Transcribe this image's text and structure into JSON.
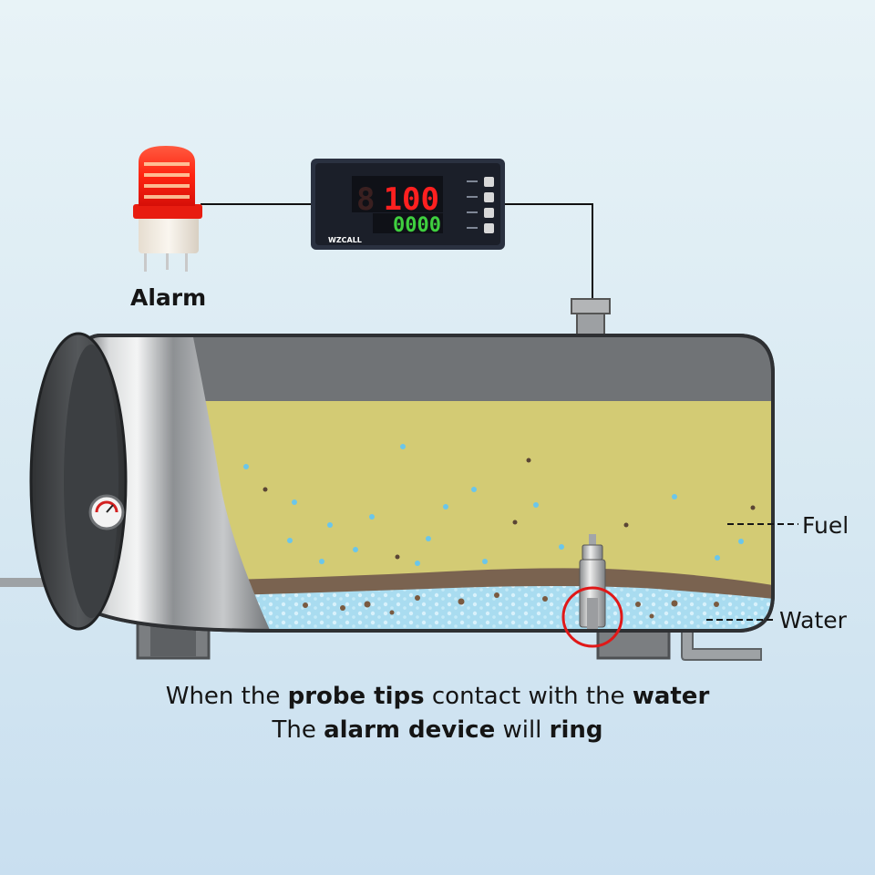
{
  "labels": {
    "alarm": "Alarm",
    "fuel": "Fuel",
    "water": "Water"
  },
  "controller": {
    "top_display": "100",
    "bottom_display": "0000",
    "brand": "WZCALL"
  },
  "caption": {
    "line1": {
      "part1": "When the ",
      "bold1": "probe tips",
      "part2": " contact with the ",
      "bold2": "water"
    },
    "line2": {
      "part1": "The ",
      "bold1": "alarm device",
      "part2": " will ",
      "bold2": "ring"
    }
  },
  "colors": {
    "fuel": "#d3cb74",
    "water": "#a9dcf0",
    "sludge": "#7a6350",
    "tank_dark": "#6e7174",
    "alarm_red": "#ff2a1a",
    "display_red": "#ff2020",
    "display_green": "#3fcf3f",
    "probe_highlight": "#e01818"
  },
  "icons": [
    "alarm-beacon-icon",
    "pressure-gauge-icon",
    "level-probe-icon"
  ]
}
